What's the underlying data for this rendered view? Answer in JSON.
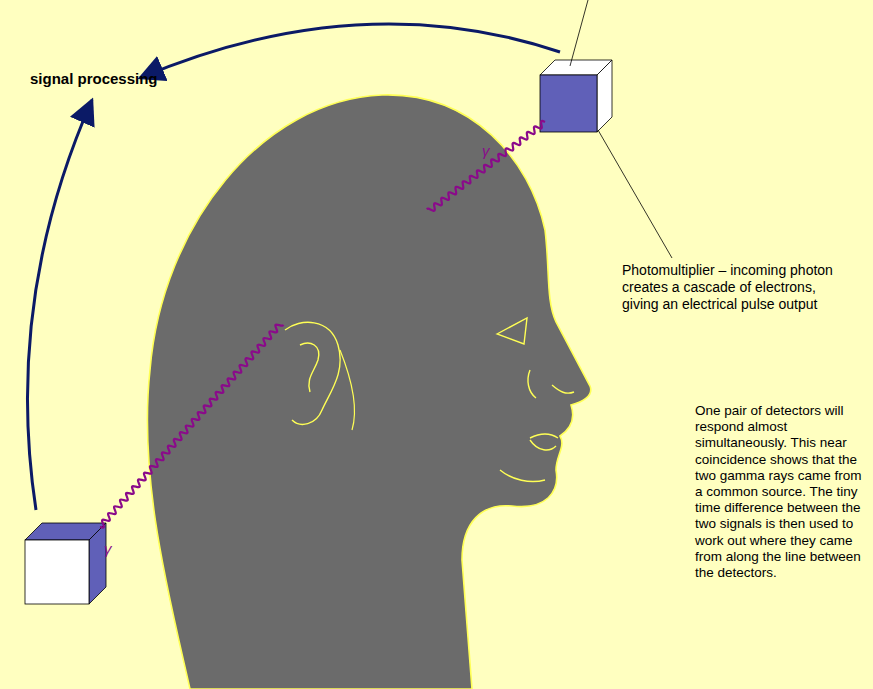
{
  "diagram": {
    "labels": [
      "signal processing",
      "γ",
      "γ",
      "Photomultiplier – incoming photon creates a cascade of electrons, giving an electrical pulse output",
      "One pair of detectors will respond almost simultaneously. This near coincidence shows that the two gamma rays came from a common source. The tiny time difference between the two signals is then used to work out where they came from along the line between the detectors."
    ]
  }
}
